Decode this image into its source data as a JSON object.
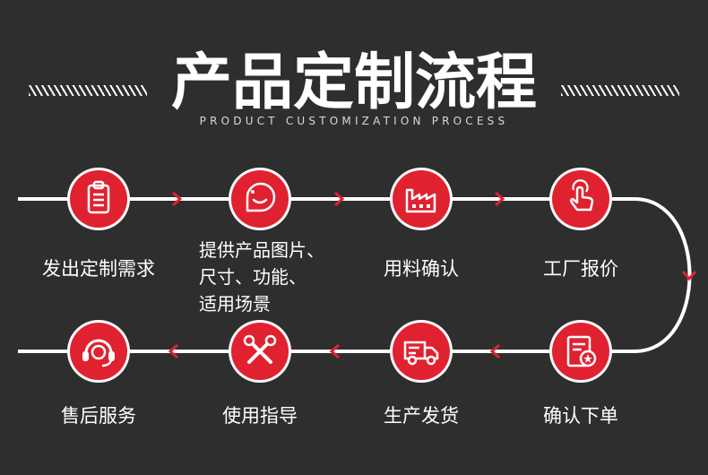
{
  "header": {
    "title": "产品定制流程",
    "subtitle": "PRODUCT CUSTOMIZATION PROCESS"
  },
  "steps": [
    {
      "label": "发出定制需求",
      "icon": "clipboard-icon"
    },
    {
      "label_lines": [
        "提供产品图片、",
        "尺寸、功能、",
        "适用场景"
      ],
      "icon": "chat-bubble-icon"
    },
    {
      "label": "用料确认",
      "icon": "factory-icon"
    },
    {
      "label": "工厂报价",
      "icon": "hand-tap-icon"
    },
    {
      "label": "确认下单",
      "icon": "document-seal-icon"
    },
    {
      "label": "生产发货",
      "icon": "delivery-truck-icon"
    },
    {
      "label": "使用指导",
      "icon": "tools-icon"
    },
    {
      "label": "售后服务",
      "icon": "headset-support-icon"
    }
  ],
  "colors": {
    "background": "#2e2e2e",
    "accent": "#e02230",
    "line": "#ffffff"
  }
}
